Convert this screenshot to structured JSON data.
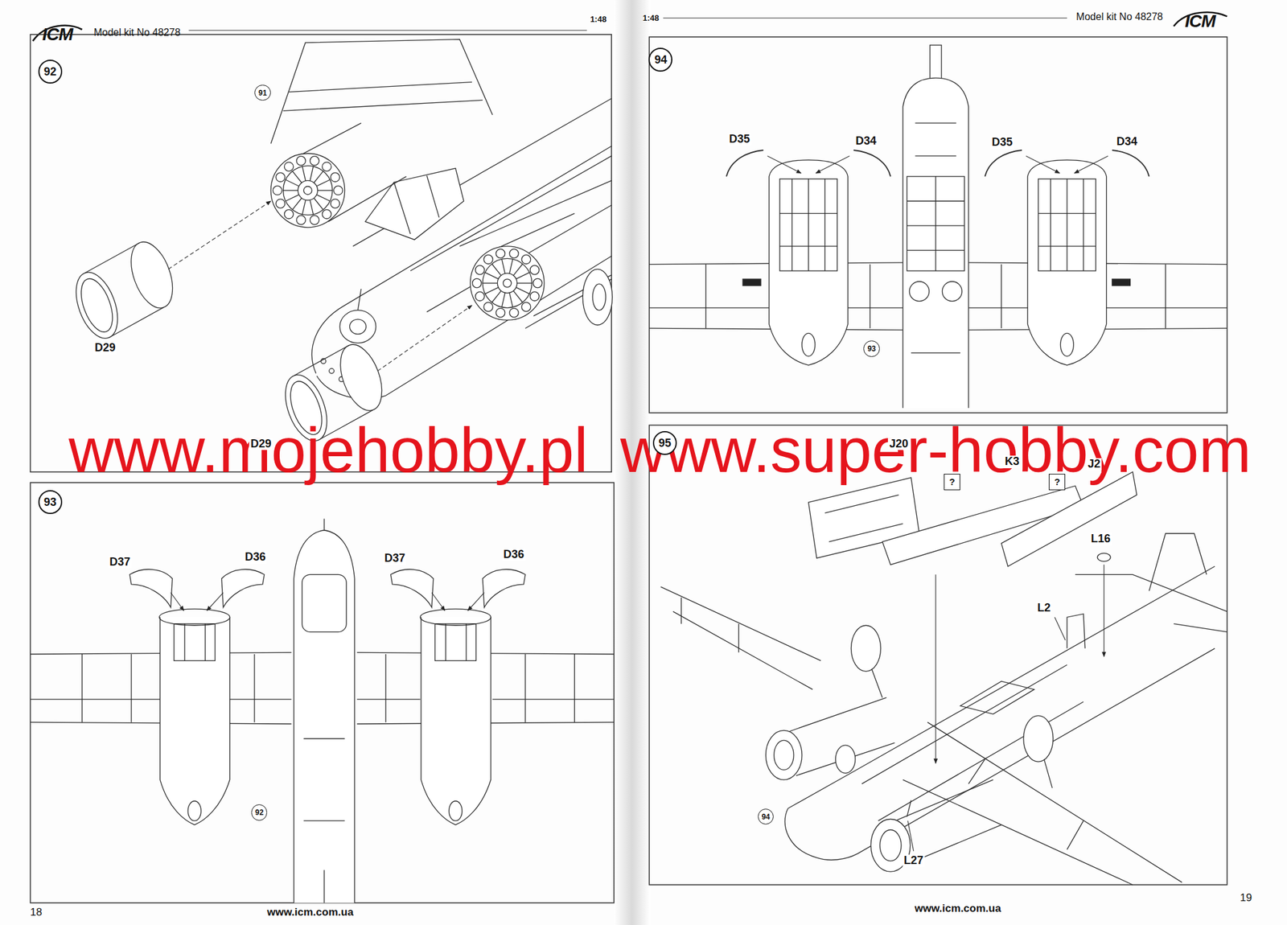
{
  "diagram": {
    "nodes": [
      {
        "text": [
          "92"
        ]
      },
      {
        "text": [
          "91"
        ]
      },
      {
        "text": [
          "93"
        ]
      },
      {
        "text": [
          "92"
        ]
      },
      {
        "text": [
          "94"
        ]
      },
      {
        "text": [
          "93"
        ]
      },
      {
        "text": [
          "95"
        ]
      },
      {
        "text": [
          "?"
        ]
      },
      {
        "text": [
          "?"
        ]
      },
      {
        "text": [
          "94"
        ]
      }
    ],
    "labels": [
      "ICM",
      "Model kit No 48278",
      "1:48",
      "1:48",
      "Model kit No 48278",
      "ICM",
      "D29",
      "D29",
      "D37",
      "D36",
      "D37",
      "D36",
      "D35",
      "D34",
      "D35",
      "D34",
      "J20",
      "K3",
      "J2",
      "L16",
      "L2",
      "L27",
      "www.mojehobby.pl",
      "www.super-hobby.com",
      "18",
      "www.icm.com.ua",
      "www.icm.com.ua",
      "19"
    ]
  }
}
